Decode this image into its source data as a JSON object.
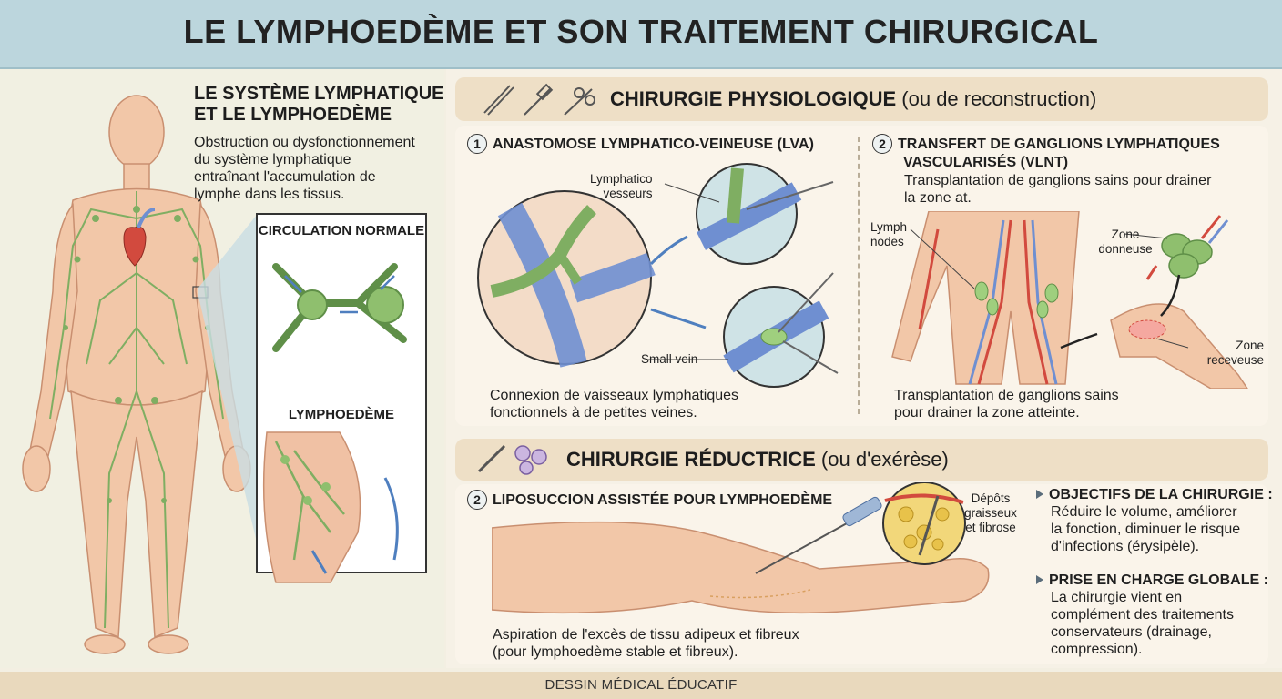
{
  "title": "LE LYMPHOEDÈME ET SON TRAITEMENT CHIRURGICAL",
  "left": {
    "heading_line1": "LE SYSTÈME LYMPHATIQUE",
    "heading_line2": "ET LE LYMPHOEDÈME",
    "desc": [
      "Obstruction ou dysfonctionnement",
      "du système lymphatique",
      "entraînant l'accumulation de",
      "lymphe dans les tissus."
    ],
    "inset_normal": "CIRCULATION NORMALE",
    "inset_lymph": "LYMPHOEDÈME"
  },
  "physio": {
    "title_bold": "CHIRURGIE PHYSIOLOGIQUE",
    "title_light": "(ou de reconstruction)",
    "lva": {
      "number": "1",
      "title": "ANASTOMOSE LYMPHATICO-VEINEUSE (LVA)",
      "label_lymph_line1": "Lymphatico",
      "label_lymph_line2": "vesseurs",
      "label_vein": "Small vein",
      "caption": [
        "Connexion de vaisseaux lymphatiques",
        "fonctionnels à de petites veines."
      ]
    },
    "vlnt": {
      "number": "2",
      "title_line1": "TRANSFERT DE GANGLIONS LYMPHATIQUES",
      "title_line2": "VASCULARISÉS (VLNT)",
      "desc": [
        "Transplantation de ganglions sains pour drainer",
        "la zone at."
      ],
      "label_nodes_line1": "Lymph",
      "label_nodes_line2": "nodes",
      "label_donor_line1": "Zone",
      "label_donor_line2": "donneuse",
      "label_recv_line1": "Zone",
      "label_recv_line2": "receveuse",
      "caption": [
        "Transplantation de ganglions sains",
        "pour drainer la zone atteinte."
      ]
    }
  },
  "reductive": {
    "title_bold": "CHIRURGIE RÉDUCTRICE",
    "title_light": "(ou d'exérèse)",
    "lipo": {
      "number": "2",
      "title": "LIPOSUCCION ASSISTÉE POUR LYMPHOEDÈME",
      "label_line1": "Dépôts",
      "label_line2": "graisseux",
      "label_line3": "et fibrose",
      "caption": [
        "Aspiration de l'excès de tissu adipeux et fibreux",
        "(pour lymphoedème stable et fibreux)."
      ]
    },
    "goals": {
      "title": "OBJECTIFS DE LA CHIRURGIE :",
      "lines": [
        "Réduire le volume, améliorer",
        "la fonction, diminuer le risque",
        "d'infections (érysipèle)."
      ]
    },
    "care": {
      "title": "PRISE EN CHARGE GLOBALE :",
      "lines": [
        "La chirurgie vient en",
        "complément des traitements",
        "conservateurs (drainage,",
        "compression)."
      ]
    }
  },
  "footer": "DESSIN MÉDICAL ÉDUCATIF",
  "colors": {
    "header": "#bcd6dd",
    "lymph_green": "#7fae62",
    "vein_blue": "#6f8fd1",
    "artery_red": "#d24a3e",
    "skin": "#f2c7a8"
  }
}
